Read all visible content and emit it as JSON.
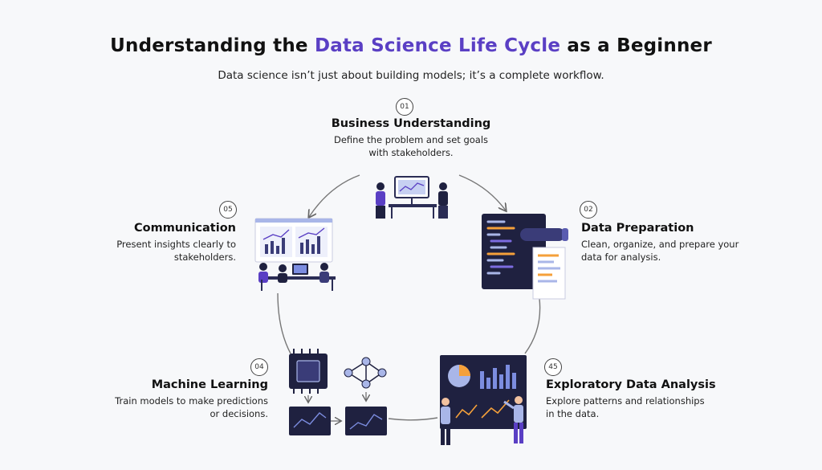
{
  "header": {
    "title_pre": "Understanding the",
    "title_highlight": "Data Science Life Cycle",
    "title_post": "as a Beginner",
    "subtitle": "Data science isn’t just about building models; it’s a complete workflow."
  },
  "colors": {
    "accent": "#5a3fc4",
    "navy": "#1f2140",
    "orange": "#f5a03a",
    "light_blue": "#a9b6e8"
  },
  "steps": [
    {
      "number": "01",
      "title": "Business Understanding",
      "desc1": "Define the problem and set goals",
      "desc2": "with stakeholders.",
      "icon": "meeting-icon"
    },
    {
      "number": "02",
      "title": "Data Preparation",
      "desc1": "Clean, organize, and prepare your",
      "desc2": "data for analysis.",
      "icon": "code-document-icon"
    },
    {
      "number": "45",
      "title": "Exploratory Data Analysis",
      "desc1": "Explore patterns and relationships",
      "desc2": "in the data.",
      "icon": "analysis-board-icon"
    },
    {
      "number": "04",
      "title": "Machine Learning",
      "desc1": "Train models to make predictions",
      "desc2": "or decisions.",
      "icon": "chip-network-icon"
    },
    {
      "number": "05",
      "title": "Communication",
      "desc1": "Present insights clearly to",
      "desc2": "stakeholders.",
      "icon": "presentation-icon"
    }
  ]
}
